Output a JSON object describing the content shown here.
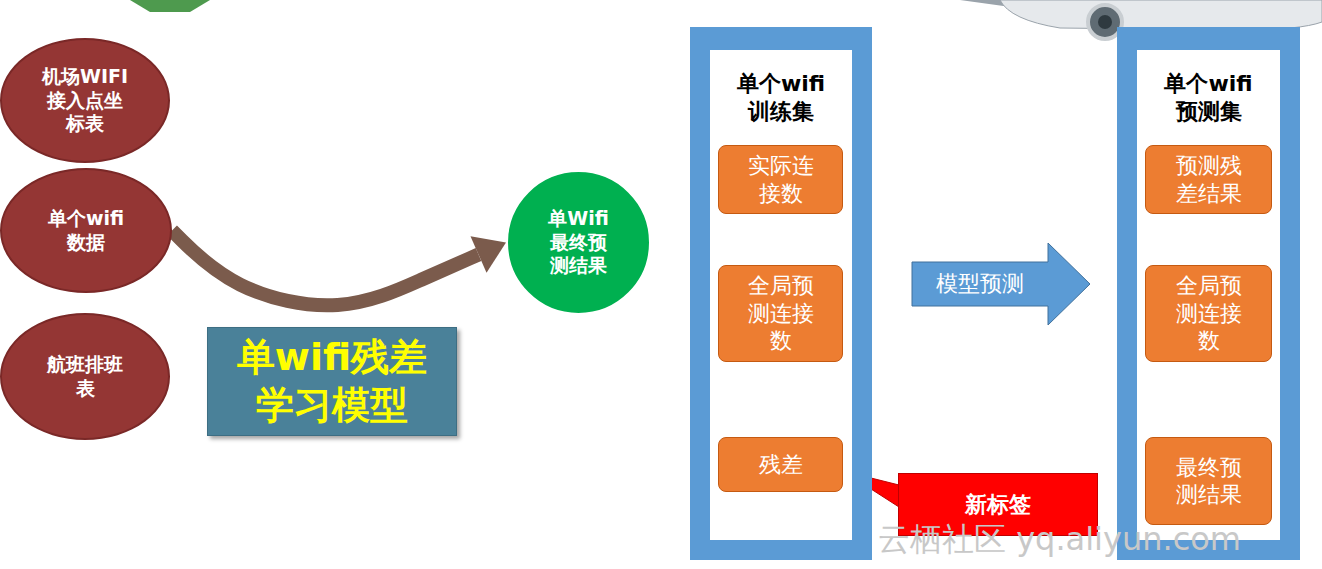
{
  "diagram": {
    "nodes": [
      {
        "text": [
          "机场WIFI 接入点坐 标表"
        ]
      },
      {
        "text": [
          "单个wifi 数据"
        ]
      },
      {
        "text": [
          "航班排班 表"
        ]
      },
      {
        "text": [
          "单wifi残差 学习模型"
        ]
      },
      {
        "text": [
          "单Wifi 最终预 测结果"
        ]
      },
      {
        "text": [
          "单个wifi 训练集"
        ]
      },
      {
        "text": [
          "实际连 接数"
        ],
        "in": 5
      },
      {
        "text": [
          "全局预 测连接 数"
        ],
        "in": 5
      },
      {
        "text": [
          "残差"
        ],
        "in": 5
      },
      {
        "text": [
          "新标签"
        ]
      },
      {
        "text": [
          "单个wifi 预测集"
        ]
      },
      {
        "text": [
          "预测残 差结果"
        ],
        "in": 10
      },
      {
        "text": [
          "全局预 测连接 数"
        ],
        "in": 10
      },
      {
        "text": [
          "最终预 测结果"
        ],
        "in": 10
      }
    ],
    "edges": [
      {
        "from": 1,
        "to": 4,
        "arrow": "to"
      },
      {
        "from": 5,
        "to": 10,
        "label": "模型预测",
        "arrow": "to"
      },
      {
        "from": 9,
        "to": 8,
        "arrow": "none"
      }
    ],
    "labels": [
      "云栖社区 yq.aliyun.com"
    ]
  }
}
